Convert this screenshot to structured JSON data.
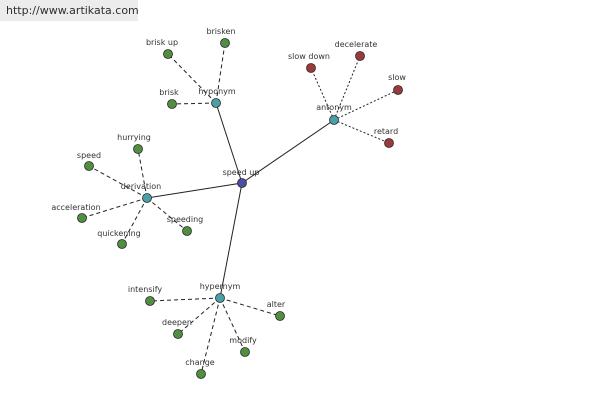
{
  "header": {
    "url": "http://www.artikata.com"
  },
  "colors": {
    "edge": "#222222",
    "center": "#4a4fa6",
    "group": "#4aa0a6",
    "synonym_leaf": "#4f8f3f",
    "antonym_leaf": "#9b3a3a"
  },
  "graph": {
    "center": {
      "id": "speed-up",
      "label": "speed up"
    },
    "groups": [
      {
        "id": "hyponym",
        "label": "hyponym",
        "leaves": [
          {
            "id": "brisk-up",
            "label": "brisk up"
          },
          {
            "id": "brisken",
            "label": "brisken"
          },
          {
            "id": "brisk",
            "label": "brisk"
          }
        ]
      },
      {
        "id": "antonym",
        "label": "antonym",
        "leaves": [
          {
            "id": "slow-down",
            "label": "slow down"
          },
          {
            "id": "decelerate",
            "label": "decelerate"
          },
          {
            "id": "slow",
            "label": "slow"
          },
          {
            "id": "retard",
            "label": "retard"
          }
        ]
      },
      {
        "id": "derivation",
        "label": "derivation",
        "leaves": [
          {
            "id": "hurrying",
            "label": "hurrying"
          },
          {
            "id": "speed",
            "label": "speed"
          },
          {
            "id": "acceleration",
            "label": "acceleration"
          },
          {
            "id": "quickening",
            "label": "quickening"
          },
          {
            "id": "speeding",
            "label": "speeding"
          }
        ]
      },
      {
        "id": "hypernym",
        "label": "hypernym",
        "leaves": [
          {
            "id": "intensify",
            "label": "intensify"
          },
          {
            "id": "alter",
            "label": "alter"
          },
          {
            "id": "deepen",
            "label": "deepen"
          },
          {
            "id": "modify",
            "label": "modify"
          },
          {
            "id": "change",
            "label": "change"
          }
        ]
      }
    ]
  }
}
